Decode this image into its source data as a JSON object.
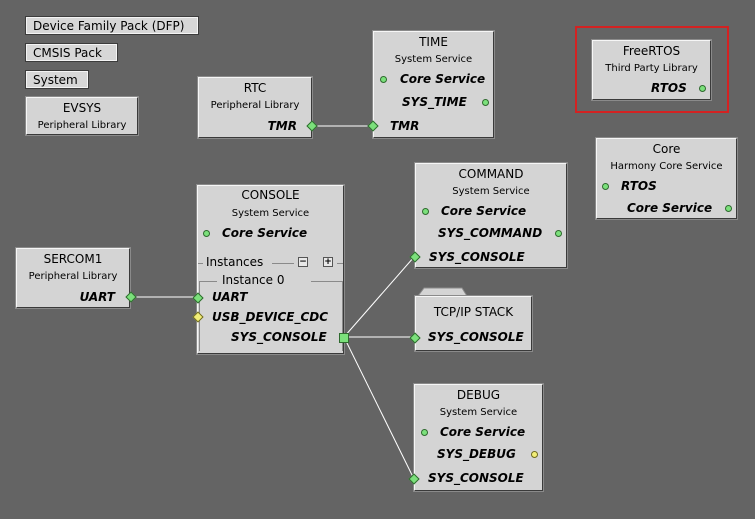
{
  "left_buttons": [
    {
      "label": "Device Family Pack (DFP)"
    },
    {
      "label": "CMSIS Pack"
    },
    {
      "label": "System"
    }
  ],
  "colors": {
    "canvas": "#646464",
    "component": "#d4d4d4",
    "port_green": "#7be07b",
    "port_yellow": "#f2ee78",
    "selection": "#d32222",
    "wire": "#ffffff"
  },
  "components": {
    "evsys": {
      "title": "EVSYS",
      "subtitle": "Peripheral Library"
    },
    "rtc": {
      "title": "RTC",
      "subtitle": "Peripheral Library",
      "ports": [
        "TMR"
      ]
    },
    "time": {
      "title": "TIME",
      "subtitle": "System Service",
      "ports": [
        "Core Service",
        "SYS_TIME",
        "TMR"
      ]
    },
    "freertos": {
      "title": "FreeRTOS",
      "subtitle": "Third Party Library",
      "ports": [
        "RTOS"
      ]
    },
    "core": {
      "title": "Core",
      "subtitle": "Harmony Core Service",
      "ports": [
        "RTOS",
        "Core Service"
      ]
    },
    "console": {
      "title": "CONSOLE",
      "subtitle": "System Service",
      "ports": [
        "Core Service",
        "UART",
        "USB_DEVICE_CDC",
        "SYS_CONSOLE"
      ],
      "instances_label": "Instances",
      "instance_label": "Instance 0"
    },
    "command": {
      "title": "COMMAND",
      "subtitle": "System Service",
      "ports": [
        "Core Service",
        "SYS_COMMAND",
        "SYS_CONSOLE"
      ]
    },
    "sercom1": {
      "title": "SERCOM1",
      "subtitle": "Peripheral Library",
      "ports": [
        "UART"
      ]
    },
    "tcpip": {
      "title": "TCP/IP STACK",
      "ports": [
        "SYS_CONSOLE"
      ]
    },
    "debug": {
      "title": "DEBUG",
      "subtitle": "System Service",
      "ports": [
        "Core Service",
        "SYS_DEBUG",
        "SYS_CONSOLE"
      ]
    }
  },
  "icons": {
    "minus": "−",
    "plus": "+"
  }
}
